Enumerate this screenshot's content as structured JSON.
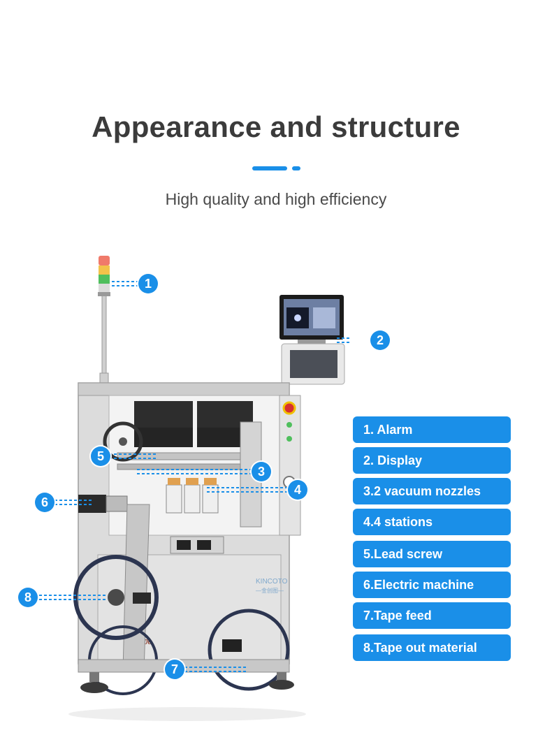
{
  "header": {
    "title": "Appearance and structure",
    "subtitle": "High quality and high efficiency"
  },
  "machine": {
    "brand_label": "KINCOTO",
    "brand_sub": "—金创图—",
    "model_label": "3000"
  },
  "callouts": [
    "1",
    "2",
    "3",
    "4",
    "5",
    "6",
    "7",
    "8"
  ],
  "legend": [
    "1. Alarm",
    "2. Display",
    "3.2 vacuum nozzles",
    "4.4 stations",
    "5.Lead screw",
    "6.Electric machine",
    "7.Tape feed",
    "8.Tape out material"
  ],
  "colors": {
    "accent": "#1a8fe8",
    "title": "#3b3b3b",
    "machine_body": "#dcdcdc"
  }
}
